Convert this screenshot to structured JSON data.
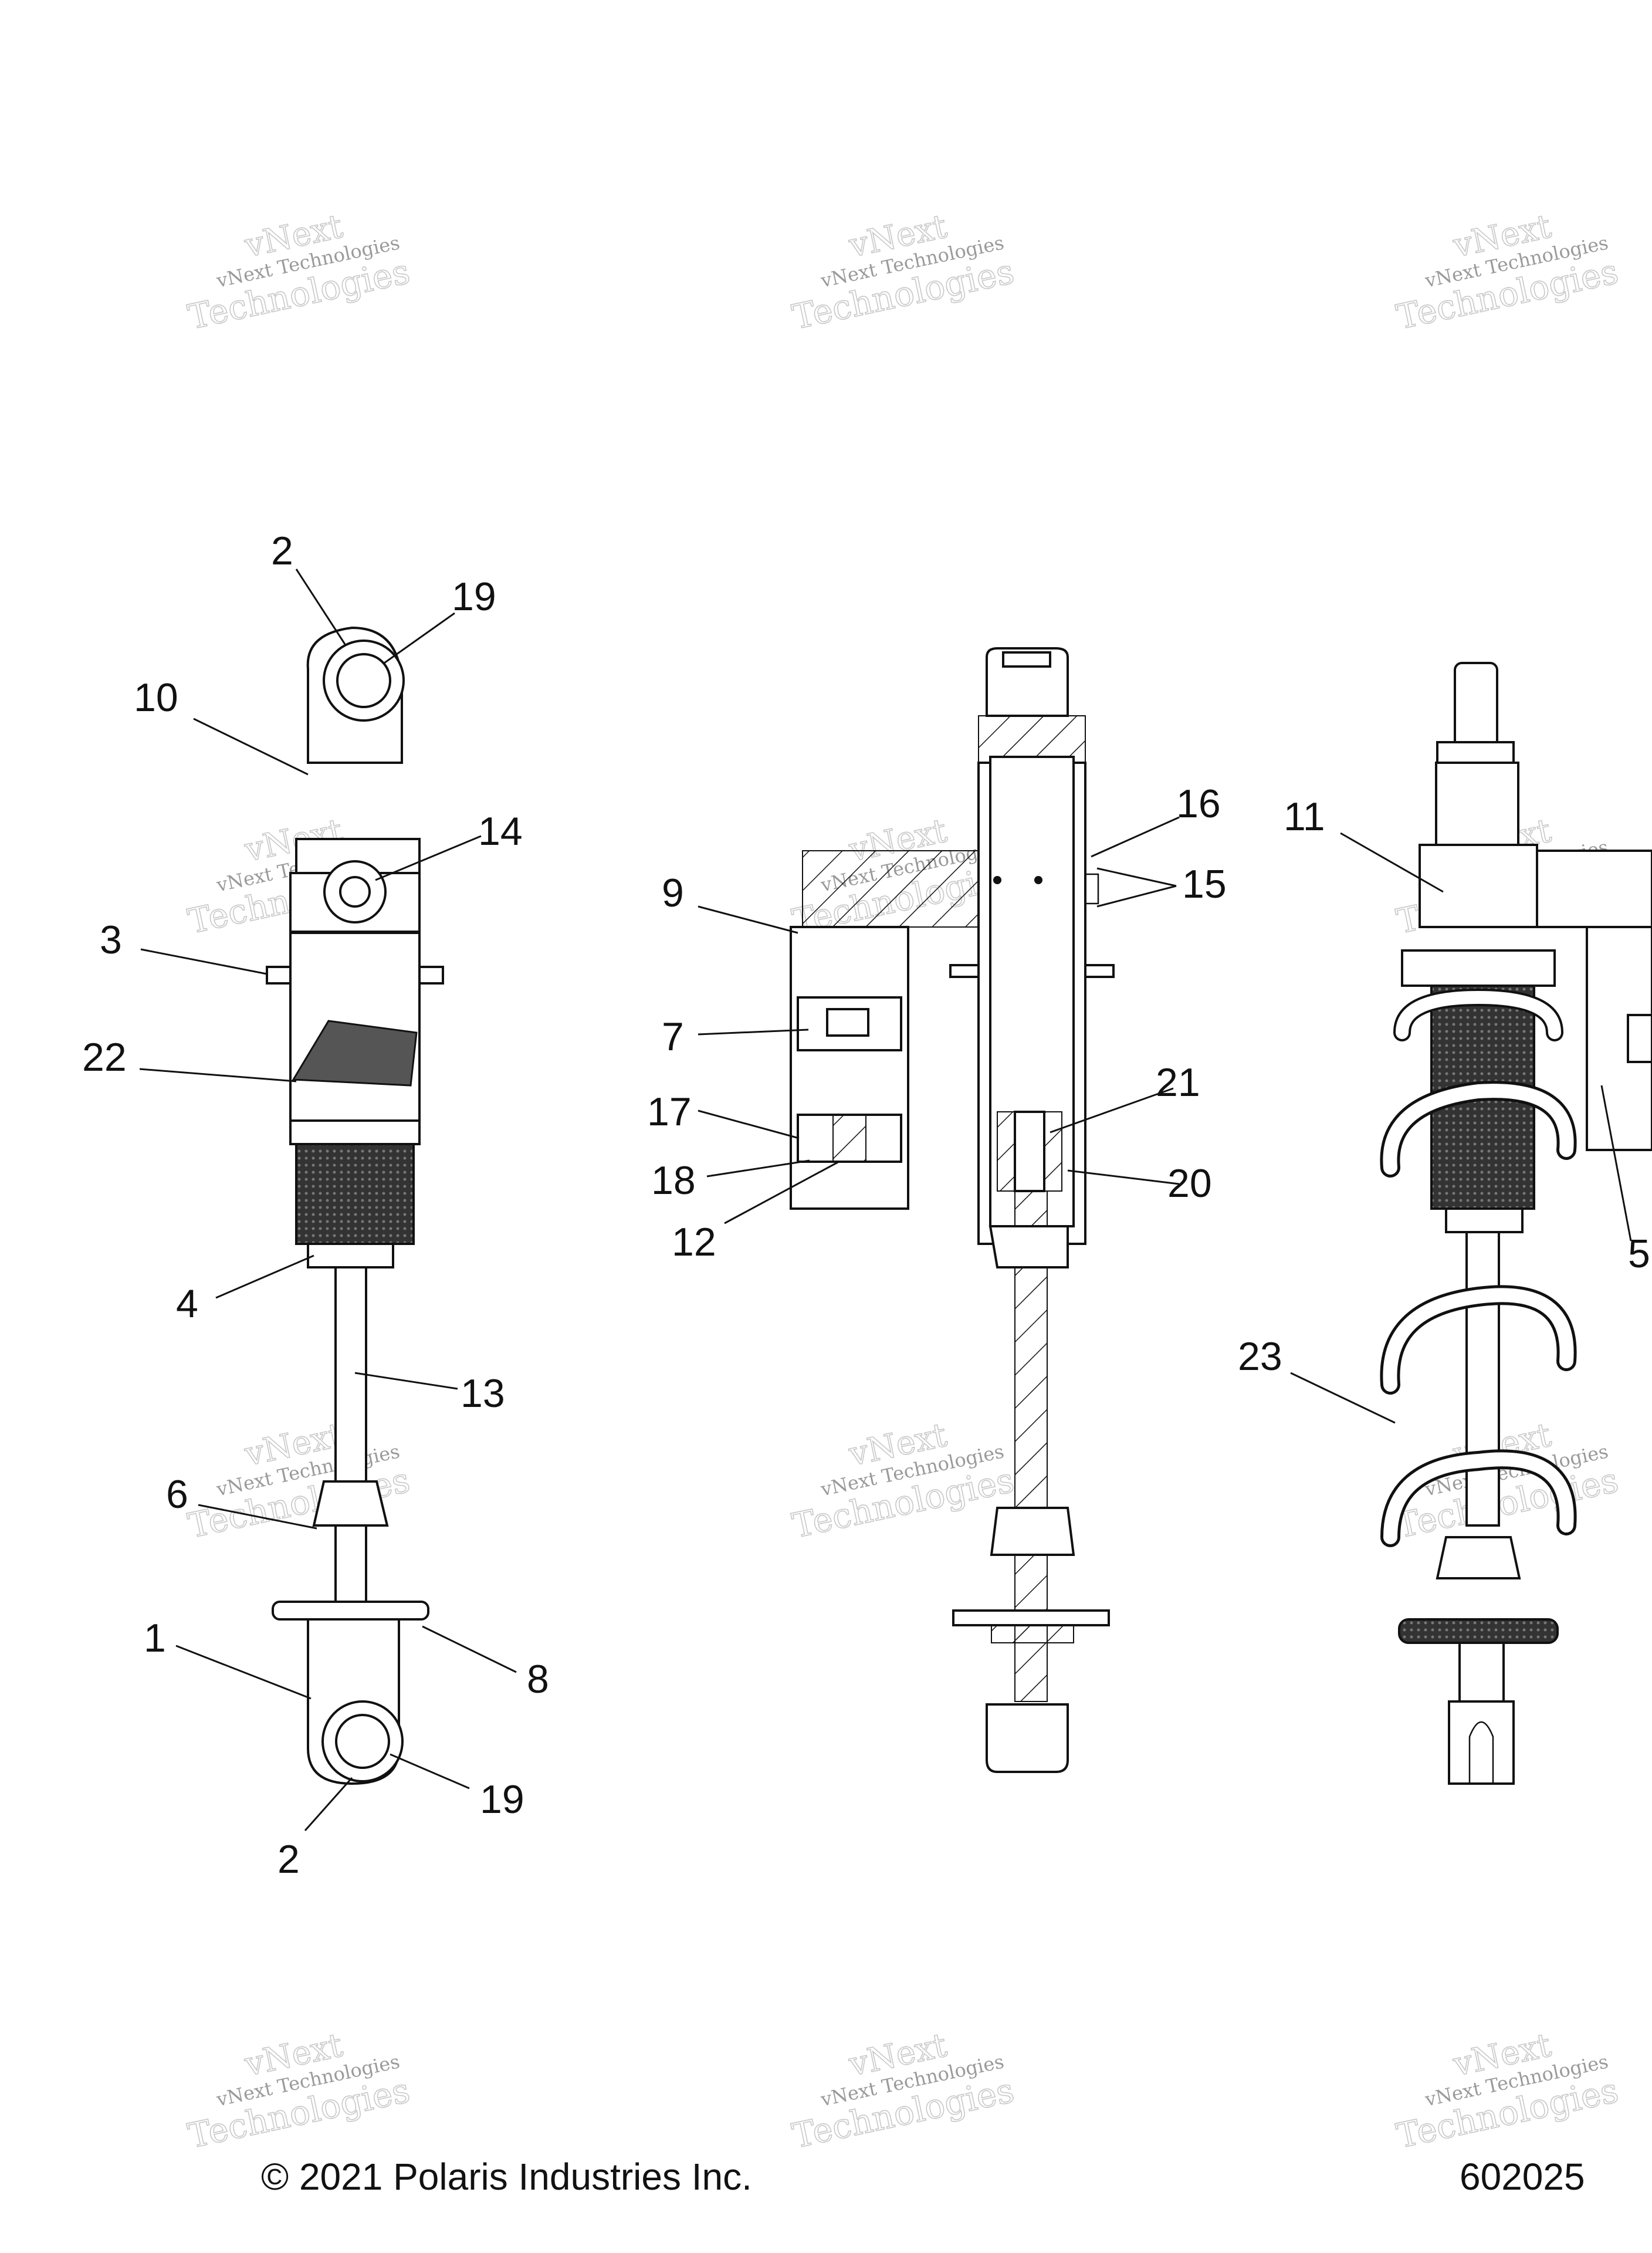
{
  "watermark": {
    "line1": "vNext",
    "line2": "vNext Technologies",
    "line3": "Technologies"
  },
  "callouts": {
    "c1": "1",
    "c2a": "2",
    "c2b": "2",
    "c3": "3",
    "c4": "4",
    "c5": "5",
    "c6": "6",
    "c7": "7",
    "c8": "8",
    "c9": "9",
    "c10": "10",
    "c11": "11",
    "c12": "12",
    "c13": "13",
    "c14": "14",
    "c15": "15",
    "c16": "16",
    "c17": "17",
    "c18": "18",
    "c19a": "19",
    "c19b": "19",
    "c20": "20",
    "c21": "21",
    "c22": "22",
    "c23": "23"
  },
  "footer": {
    "copyright": "© 2021 Polaris Industries Inc.",
    "diagram_number": "602025"
  }
}
